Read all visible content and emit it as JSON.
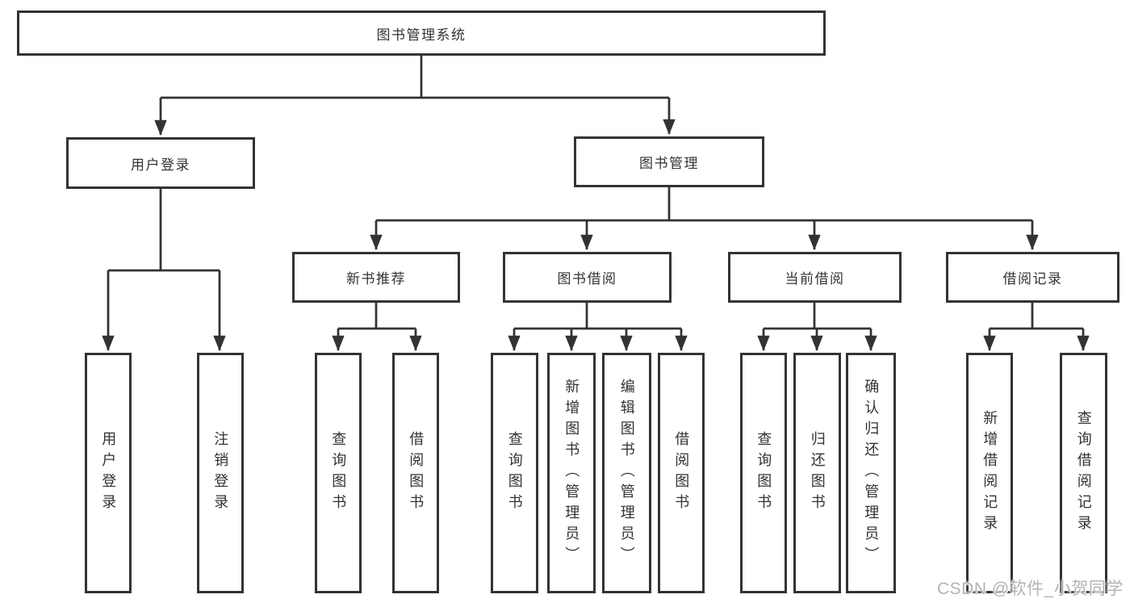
{
  "diagram": {
    "root": "图书管理系统",
    "level2": [
      "用户登录",
      "图书管理"
    ],
    "level3": [
      "新书推荐",
      "图书借阅",
      "当前借阅",
      "借阅记录"
    ],
    "leaves_login": [
      "用户登录",
      "注销登录"
    ],
    "leaves_newbook": [
      "查询图书",
      "借阅图书"
    ],
    "leaves_borrow": [
      "查询图书",
      "新增图书（管理员）",
      "编辑图书（管理员）",
      "借阅图书"
    ],
    "leaves_current": [
      "查询图书",
      "归还图书",
      "确认归还（管理员）"
    ],
    "leaves_records": [
      "新增借阅记录",
      "查询借阅记录"
    ],
    "watermark": "CSDN @软件_小贺同学",
    "colors": {
      "line": "#333333",
      "box_border": "#333333",
      "text": "#333333",
      "watermark": "#b3b3b3"
    }
  }
}
